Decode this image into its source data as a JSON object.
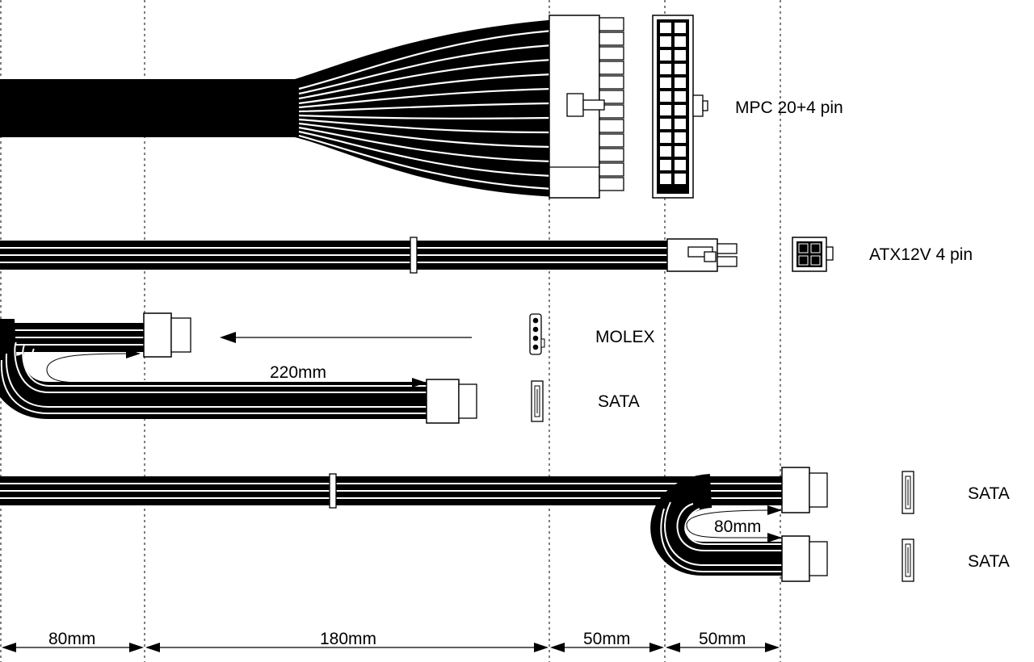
{
  "connectors": {
    "mpc": "MPC 20+4 pin",
    "atx": "ATX12V 4 pin",
    "molex": "MOLEX",
    "sata_a": "SATA",
    "sata_b": "SATA",
    "sata_c": "SATA"
  },
  "dimensions": {
    "d1": "80mm",
    "d2": "180mm",
    "d3": "50mm",
    "d4": "50mm",
    "branch_1": "220mm",
    "branch_2": "80mm"
  },
  "colors": {
    "cable": "#000000",
    "connector_fill": "#ffffff",
    "guide_line": "#000000"
  }
}
